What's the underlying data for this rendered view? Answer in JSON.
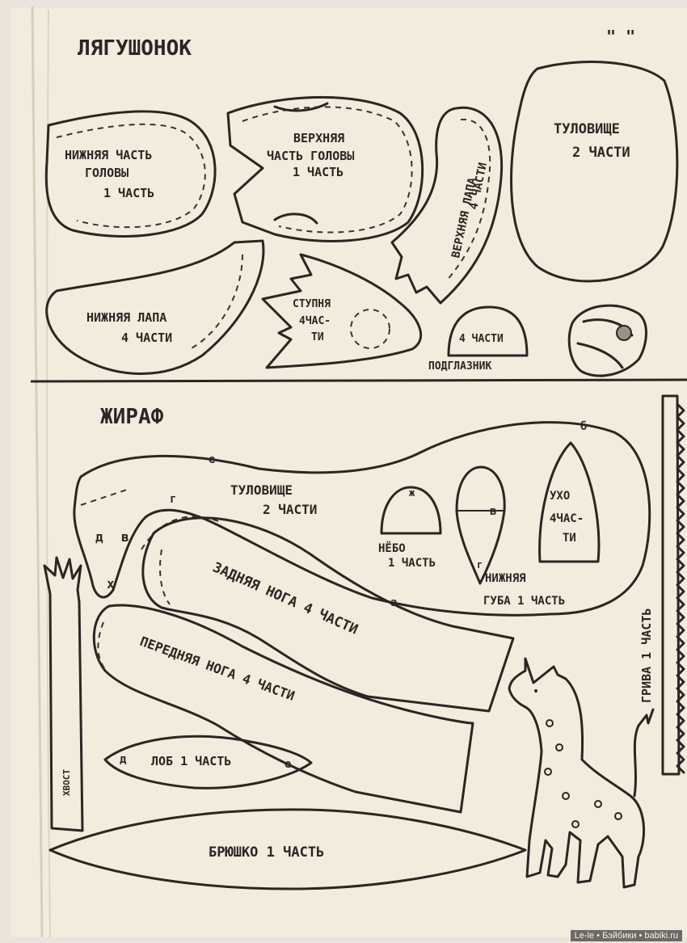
{
  "sections": {
    "top_title": "ЛЯГУШОНОК",
    "top_corner_marks": "\" \"",
    "bottom_title": "ЖИРАФ"
  },
  "frog_pieces": {
    "lower_head": [
      "НИЖНЯЯ ЧАСТЬ",
      "ГОЛОВЫ",
      "1 ЧАСТЬ"
    ],
    "upper_head": [
      "ВЕРХНЯЯ",
      "ЧАСТЬ ГОЛОВЫ",
      "1 ЧАСТЬ"
    ],
    "upper_paw": [
      "ВЕРХНЯЯ ЛАПА",
      "4 ЧАСТИ"
    ],
    "body": [
      "ТУЛОВИЩЕ",
      "2 ЧАСТИ"
    ],
    "lower_paw": [
      "НИЖНЯЯ ЛАПА",
      "4 ЧАСТИ"
    ],
    "foot": [
      "СТУПНЯ",
      "4ЧАС-",
      "ТИ"
    ],
    "under_eye_count": "4 ЧАСТИ",
    "under_eye_name": "ПОДГЛАЗНИК"
  },
  "giraffe_pieces": {
    "body": [
      "ТУЛОВИЩЕ",
      "2 ЧАСТИ"
    ],
    "palate": [
      "НЁБО",
      "1 ЧАСТЬ"
    ],
    "lower_lip": [
      "НИЖНЯЯ",
      "ГУБА 1 ЧАСТЬ"
    ],
    "ear": [
      "УХО",
      "4ЧАС-",
      "ТИ"
    ],
    "hind_leg": "ЗАДНЯЯ НОГА 4 ЧАСТИ",
    "front_leg": "ПЕРЕДНЯЯ НОГА 4 ЧАСТИ",
    "forehead": "ЛОБ 1 ЧАСТЬ",
    "belly": "БРЮШКО 1 ЧАСТЬ",
    "mane": "ГРИВА 1 ЧАСТЬ",
    "tail": "ХВОСТ"
  },
  "point_marks": {
    "b": "б",
    "e": "е",
    "g": "г",
    "d": "д",
    "v": "в",
    "x": "х",
    "a": "а",
    "zh": "ж"
  },
  "watermark": "Le-le • Бэйбики • babiki.ru"
}
